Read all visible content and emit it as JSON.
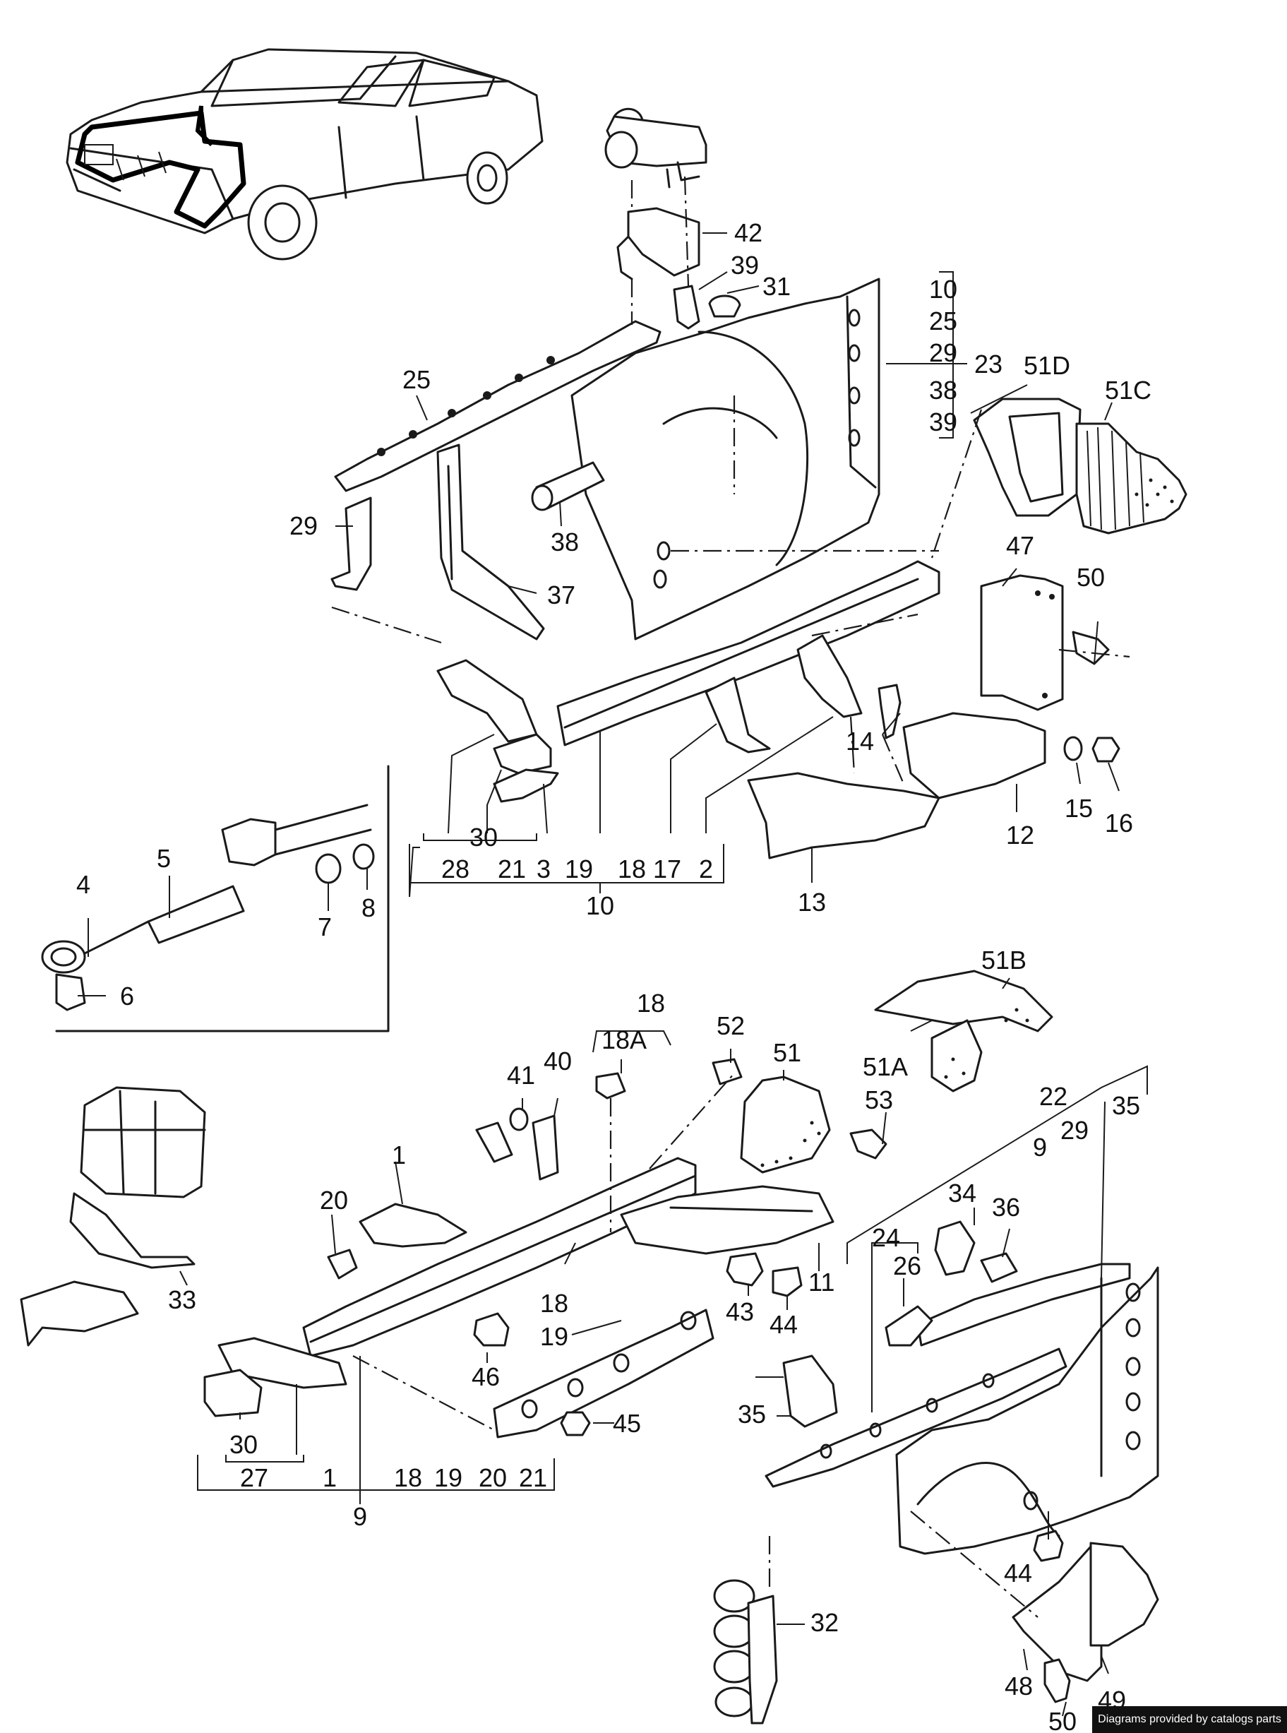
{
  "labels": {
    "l1a": "1",
    "l1b": "1",
    "l2": "2",
    "l3": "3",
    "l4": "4",
    "l5": "5",
    "l6": "6",
    "l7": "7",
    "l8": "8",
    "l9a": "9",
    "l9b": "9",
    "l10a": "10",
    "l10b": "10",
    "l11": "11",
    "l12": "12",
    "l13": "13",
    "l14": "14",
    "l15": "15",
    "l16": "16",
    "l17": "17",
    "l18a": "18",
    "l18b": "18",
    "l18c": "18",
    "l18d": "18",
    "l18A": "18A",
    "l19a": "19",
    "l19b": "19",
    "l19c": "19",
    "l20a": "20",
    "l20b": "20",
    "l21a": "21",
    "l21b": "21",
    "l22": "22",
    "l23": "23",
    "l24": "24",
    "l25a": "25",
    "l25b": "25",
    "l26": "26",
    "l27": "27",
    "l28": "28",
    "l29a": "29",
    "l29b": "29",
    "l29c": "29",
    "l30a": "30",
    "l30b": "30",
    "l31": "31",
    "l32": "32",
    "l33": "33",
    "l34": "34",
    "l35a": "35",
    "l35b": "35",
    "l36": "36",
    "l37": "37",
    "l38a": "38",
    "l38b": "38",
    "l39a": "39",
    "l39b": "39",
    "l40": "40",
    "l41": "41",
    "l42": "42",
    "l43": "43",
    "l44a": "44",
    "l44b": "44",
    "l45": "45",
    "l46": "46",
    "l47": "47",
    "l48": "48",
    "l49": "49",
    "l50a": "50",
    "l50b": "50",
    "l51": "51",
    "l51A": "51A",
    "l51B": "51B",
    "l51C": "51C",
    "l51D": "51D",
    "l52": "52",
    "l53": "53"
  },
  "footer": "Diagrams provided by catalogs parts"
}
